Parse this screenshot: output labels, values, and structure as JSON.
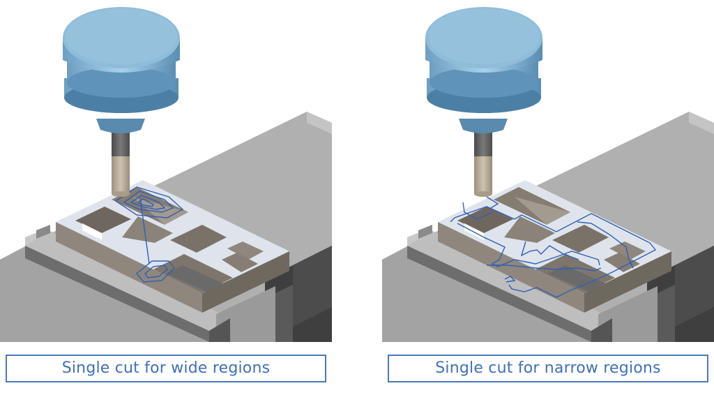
{
  "panels": [
    {
      "id": "left",
      "caption": "Single cut for wide regions",
      "toolpath_style": "concentric offset loops in wide regions, connected by a single link move"
    },
    {
      "id": "right",
      "caption": "Single cut for narrow regions",
      "toolpath_style": "single-pass path through narrow web channels"
    }
  ],
  "colors": {
    "caption_text": "#3f6fb8",
    "caption_border": "#4a78bd",
    "toolpath": "#2f5fb3",
    "spindle": "#8fbcd9",
    "part_top": "#dde2ea",
    "part_side": "#8d857c",
    "vise": "#a8a8a8"
  }
}
